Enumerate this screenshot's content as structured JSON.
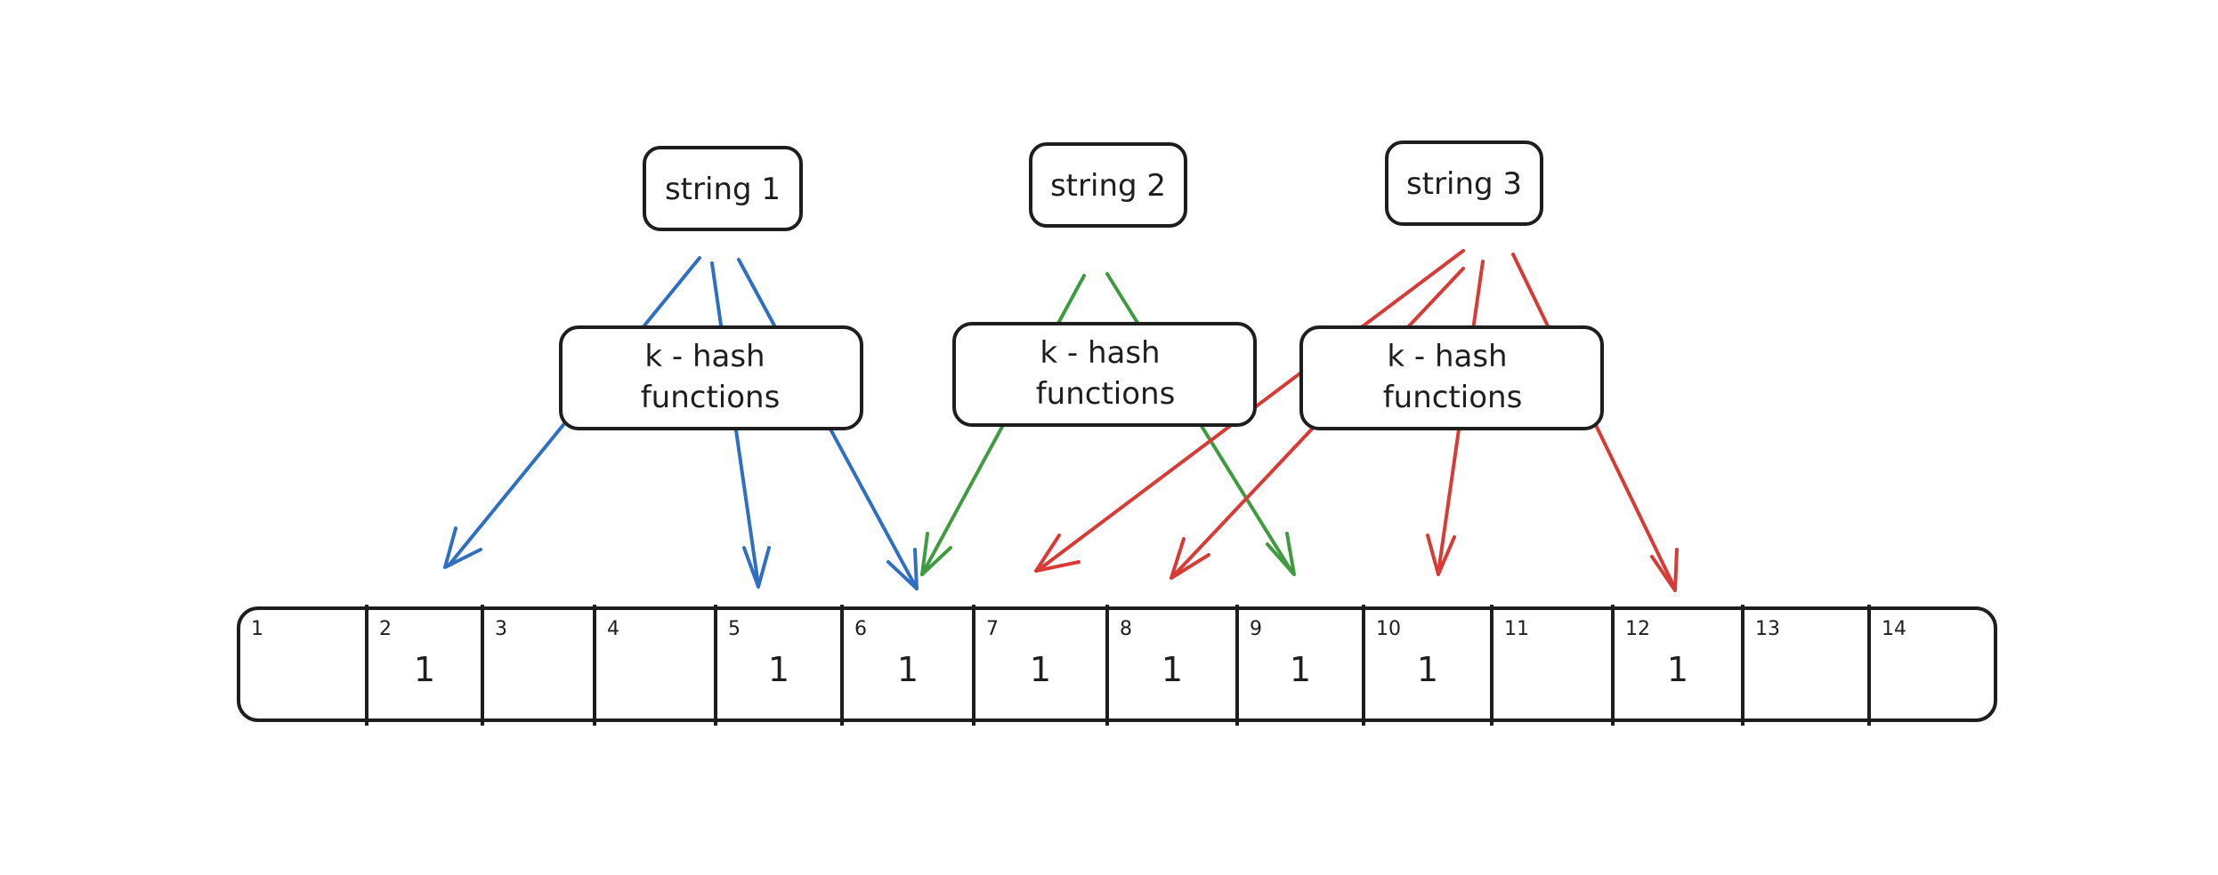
{
  "colors": {
    "stroke": "#1e1e1e",
    "string_1": "#2f6fc2",
    "string_2": "#3f9b3f",
    "string_3": "#d83a36"
  },
  "strings": [
    {
      "label": "string 1",
      "color_key": "string_1"
    },
    {
      "label": "string 2",
      "color_key": "string_2"
    },
    {
      "label": "string 3",
      "color_key": "string_3"
    }
  ],
  "hash_boxes": [
    {
      "line1": "k - hash",
      "line2": "functions"
    },
    {
      "line1": "k - hash",
      "line2": "functions"
    },
    {
      "line1": "k - hash",
      "line2": "functions"
    }
  ],
  "bit_array": {
    "cells": [
      {
        "index": "1",
        "value": ""
      },
      {
        "index": "2",
        "value": "1"
      },
      {
        "index": "3",
        "value": ""
      },
      {
        "index": "4",
        "value": ""
      },
      {
        "index": "5",
        "value": "1"
      },
      {
        "index": "6",
        "value": "1"
      },
      {
        "index": "7",
        "value": "1"
      },
      {
        "index": "8",
        "value": "1"
      },
      {
        "index": "9",
        "value": "1"
      },
      {
        "index": "10",
        "value": "1"
      },
      {
        "index": "11",
        "value": ""
      },
      {
        "index": "12",
        "value": "1"
      },
      {
        "index": "13",
        "value": ""
      },
      {
        "index": "14",
        "value": ""
      }
    ]
  },
  "mappings": [
    {
      "string": "string 1",
      "targets": [
        "2",
        "5",
        "6"
      ]
    },
    {
      "string": "string 2",
      "targets": [
        "6",
        "9"
      ]
    },
    {
      "string": "string 3",
      "targets": [
        "7",
        "8",
        "10",
        "12"
      ]
    }
  ]
}
